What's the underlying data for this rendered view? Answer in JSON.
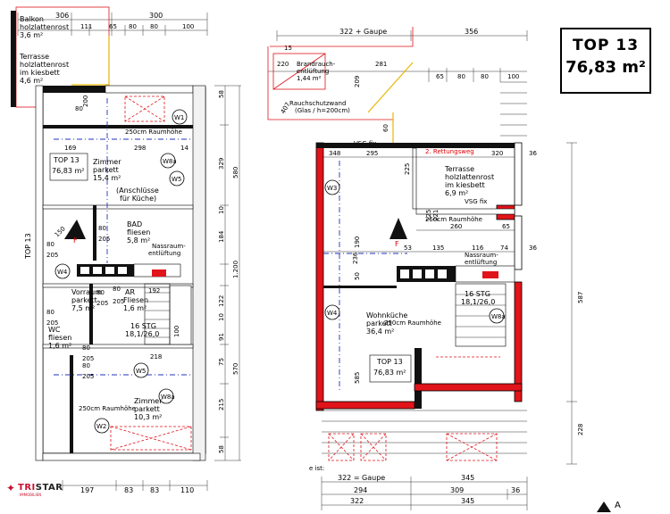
{
  "badge": {
    "title": "TOP 13",
    "area": "76,83 m²"
  },
  "logo": {
    "name_red": "TRI",
    "name_black": "STAR",
    "tagline": "IMMOBILIEN"
  },
  "section_marker": "A",
  "left_plan": {
    "top_dims": [
      "306",
      "300",
      "111",
      "65",
      "80",
      "80",
      "100"
    ],
    "bottom_dims": [
      "197",
      "83",
      "83",
      "110"
    ],
    "right_dims": [
      "58",
      "329",
      "580",
      "10",
      "184",
      "1.200",
      "122",
      "10",
      "91",
      "75",
      "570",
      "215",
      "58"
    ],
    "rooms": [
      {
        "lines": [
          "Balkon",
          "holzlattenrost",
          "3,6 m²"
        ]
      },
      {
        "lines": [
          "Terrasse",
          "holzlattenrost",
          "im kiesbett",
          "4,6 m²"
        ]
      },
      {
        "lines": [
          "TOP 13",
          "76,83 m²"
        ]
      },
      {
        "lines": [
          "Zimmer",
          "parkett",
          "15,4 m²"
        ]
      },
      {
        "lines": [
          "(Anschlüsse",
          "für Küche)"
        ]
      },
      {
        "lines": [
          "BAD",
          "fliesen",
          "5,8 m²"
        ]
      },
      {
        "lines": [
          "Nassraum-",
          "entlüftung"
        ]
      },
      {
        "lines": [
          "Vorraum",
          "parkett",
          "7,5 m²"
        ]
      },
      {
        "lines": [
          "AR",
          "Fliesen",
          "1,6 m²"
        ]
      },
      {
        "lines": [
          "WC",
          "fliesen",
          "1,6 m²"
        ]
      },
      {
        "lines": [
          "16 STG",
          "18,1/26,0"
        ]
      },
      {
        "lines": [
          "Zimmer",
          "parkett",
          "10,3 m²"
        ]
      }
    ],
    "ceiling_labels": [
      "250cm Raumhöhe",
      "250cm Raumhöhe"
    ],
    "windows": [
      "W1",
      "W5",
      "W8a",
      "W4",
      "W5",
      "W8a",
      "W2"
    ],
    "door_labels": [
      "80",
      "200",
      "169",
      "298",
      "14",
      "80",
      "205",
      "80",
      "205",
      "150",
      "80",
      "205",
      "80",
      "205",
      "80",
      "205",
      "192",
      "80",
      "205",
      "218",
      "100",
      "80",
      "205"
    ],
    "side_label": "TOP 13"
  },
  "right_plan": {
    "top_dims": [
      "322 + Gaupe",
      "356",
      "15",
      "220",
      "281",
      "209",
      "65",
      "80",
      "80",
      "100",
      "407",
      "60"
    ],
    "notes": [
      "Brandrauch-",
      "entlüftung",
      "1,44 m²",
      "Rauchschutzwand",
      "(Glas / h=200cm)",
      "VSG fix",
      "2. Rettungsweg",
      "VSG fix",
      "Nassraum-",
      "entlüftung"
    ],
    "rooms": [
      {
        "lines": [
          "Terrasse",
          "holzlattenrost",
          "im kiesbett",
          "6,9 m²"
        ]
      },
      {
        "lines": [
          "Wohnküche",
          "parkett",
          "36,4 m²"
        ]
      },
      {
        "lines": [
          "TOP 13",
          "76,83 m²"
        ]
      },
      {
        "lines": [
          "16 STG",
          "18,1/26,0"
        ]
      }
    ],
    "ceiling_labels": [
      "250cm Raumhöhe",
      "250cm Raumhöhe"
    ],
    "windows": [
      "W3",
      "W4",
      "W8a"
    ],
    "inner_dims": [
      "348",
      "295",
      "225",
      "320",
      "36",
      "260",
      "65",
      "190",
      "53",
      "135",
      "116",
      "74",
      "36",
      "236",
      "50",
      "585",
      "125",
      "221"
    ],
    "right_dims": [
      "587",
      "228"
    ],
    "bottom_note": "e ist:",
    "bottom_dims": [
      "322 = Gaupe",
      "345",
      "294",
      "309",
      "36",
      "322",
      "345"
    ]
  }
}
